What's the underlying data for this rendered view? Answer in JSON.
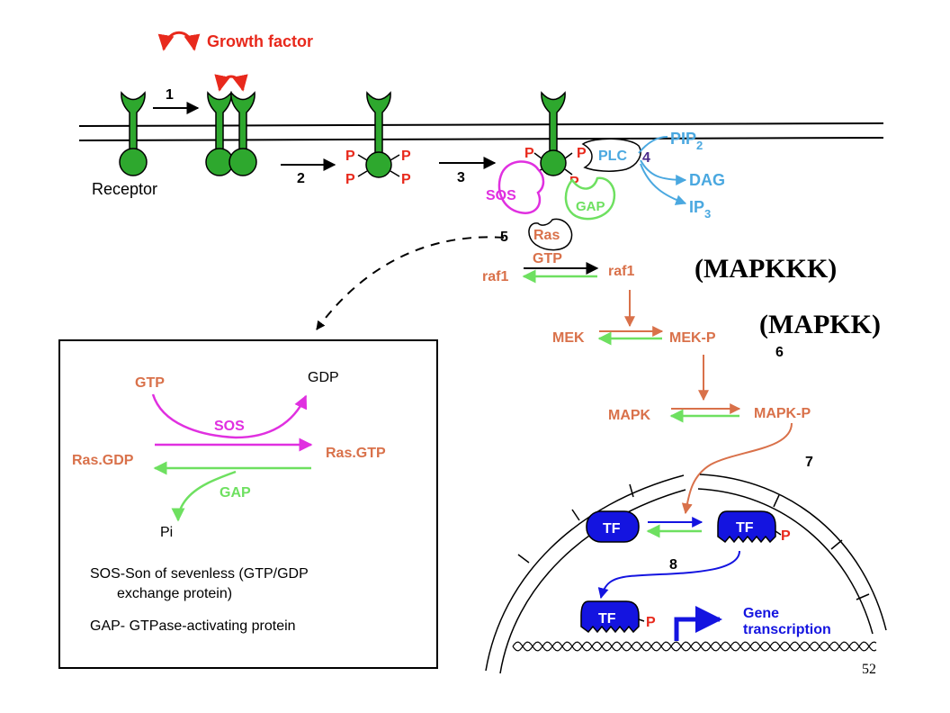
{
  "colors": {
    "red": "#e8291c",
    "green": "#2ea82e",
    "orange": "#d9714a",
    "magenta": "#e030e0",
    "lime": "#6ee060",
    "cyan": "#4aa8e0",
    "blue": "#1414e0",
    "navy": "#0a1a6e",
    "purple": "#4a2a8a",
    "black": "#000000"
  },
  "labels": {
    "growth_factor": "Growth factor",
    "receptor": "Receptor",
    "step1": "1",
    "step2": "2",
    "step3": "3",
    "step4": "4",
    "step5": "5",
    "step6": "6",
    "step7": "7",
    "step8": "8",
    "p": "P",
    "plc": "PLC",
    "pip2": "PIP",
    "pip2_sub": "2",
    "dag": "DAG",
    "ip3": "IP",
    "ip3_sub": "3",
    "sos": "SOS",
    "gap": "GAP",
    "ras": "Ras",
    "gtp": "GTP",
    "raf1_left": "raf1",
    "raf1_right": "raf1",
    "mapkkk": "(MAPKKK)",
    "mapkk": "(MAPKK)",
    "mek": "MEK",
    "mek_p": "MEK-P",
    "mapk": "MAPK",
    "mapk_p": "MAPK-P",
    "tf": "TF",
    "gene_line1": "Gene",
    "gene_line2": "transcription",
    "page_number": "52"
  },
  "inset": {
    "gtp": "GTP",
    "gdp": "GDP",
    "sos": "SOS",
    "ras_gdp": "Ras.GDP",
    "ras_gtp": "Ras.GTP",
    "gap": "GAP",
    "pi": "Pi",
    "legend_sos_line1": "SOS-Son of sevenless (GTP/GDP",
    "legend_sos_line2": "exchange protein)",
    "legend_gap": "GAP- GTPase-activating protein"
  }
}
